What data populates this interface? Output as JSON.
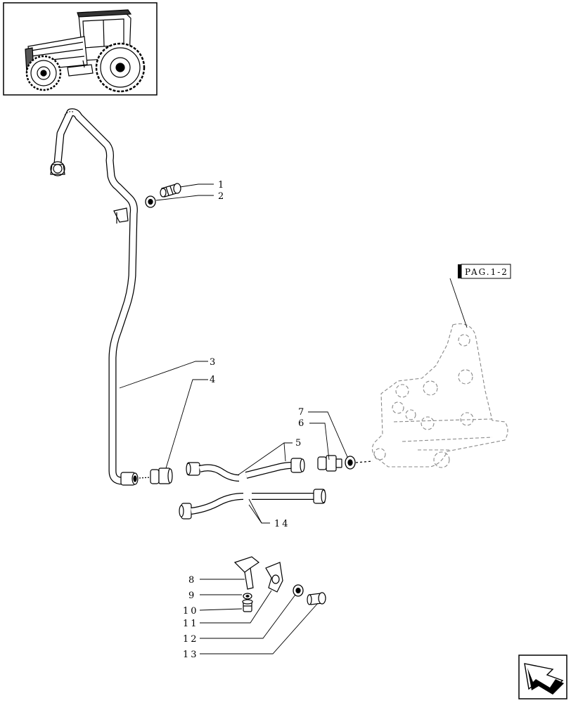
{
  "diagram": {
    "reference_label": "PAG.1-2",
    "callouts": {
      "c1": "1",
      "c2": "2",
      "c3": "3",
      "c4": "4",
      "c5": "5",
      "c6": "6",
      "c7": "7",
      "c8": "8",
      "c9": "9",
      "c10": "10",
      "c11": "11",
      "c12": "12",
      "c13": "13",
      "c14": "14"
    }
  },
  "icons": {
    "thumbnail": "tractor-illustration",
    "navigation": "next-page-arrow-icon"
  }
}
